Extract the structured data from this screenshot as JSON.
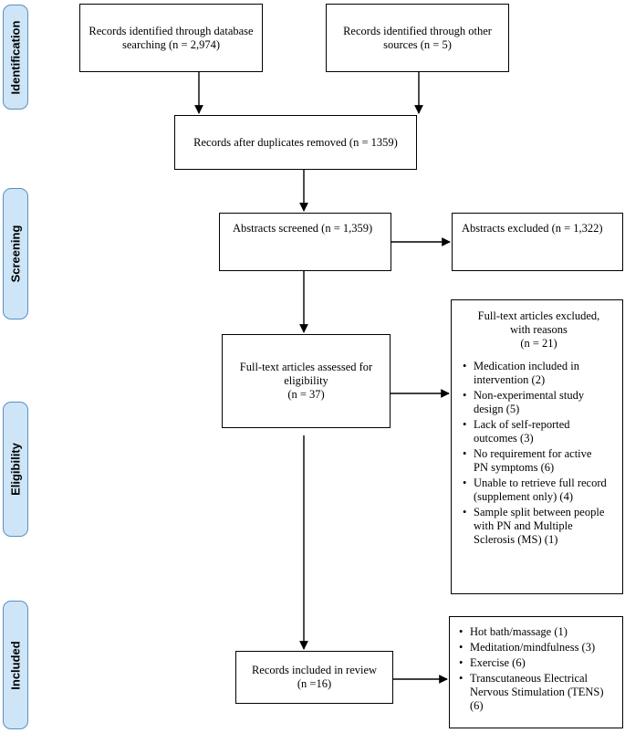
{
  "phases": {
    "identification": "Identification",
    "screening": "Screening",
    "eligibility": "Eligibility",
    "included": "Included"
  },
  "identification": {
    "database": [
      "Records identified through database",
      "searching (n = 2,974)"
    ],
    "other": [
      "Records identified through other",
      "sources (n = 5)"
    ],
    "after_duplicates": "Records after duplicates removed (n = 1359)"
  },
  "screening": {
    "screened": "Abstracts screened (n = 1,359)",
    "excluded": "Abstracts excluded (n = 1,322)"
  },
  "eligibility": {
    "assessed": [
      "Full-text articles assessed for",
      "eligibility",
      "(n = 37)"
    ],
    "excluded_header": [
      "Full-text articles excluded,",
      "with reasons",
      "(n = 21)"
    ],
    "excluded_reasons": [
      [
        "Medication included in",
        "intervention (2)"
      ],
      [
        "Non-experimental study",
        "design (5)"
      ],
      [
        "Lack of self-reported",
        "outcomes (3)"
      ],
      [
        "No requirement for active",
        "PN symptoms (6)"
      ],
      [
        "Unable to retrieve full record",
        "(supplement only) (4)"
      ],
      [
        "Sample split between people",
        "with PN and Multiple",
        "Sclerosis (MS) (1)"
      ]
    ]
  },
  "included": {
    "records": [
      "Records included in review",
      "(n =16)"
    ],
    "interventions": [
      [
        "Hot bath/massage (1)"
      ],
      [
        "Meditation/mindfulness (3)"
      ],
      [
        "Exercise (6)"
      ],
      [
        "Transcutaneous Electrical",
        "Nervous Stimulation (TENS)",
        "(6)"
      ]
    ]
  }
}
